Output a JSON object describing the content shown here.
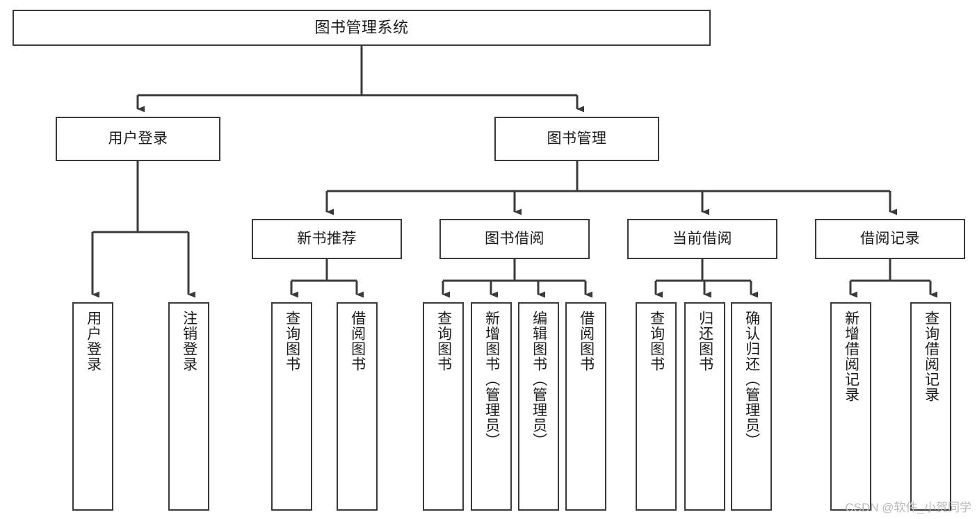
{
  "diagram": {
    "type": "tree-hierarchy-chart",
    "title": "图书管理系统",
    "watermark": "CSDN @软件_小贺同学",
    "colors": {
      "background": "#ffffff",
      "border": "#3a3a3a",
      "text": "#1b1b1b",
      "edge": "#3a3a3a",
      "watermark": "#b9b9b9"
    }
  },
  "nodes": {
    "root": {
      "label": "图书管理系统"
    },
    "level2": [
      {
        "label": "用户登录"
      },
      {
        "label": "图书管理"
      }
    ],
    "level3": [
      {
        "label": "新书推荐"
      },
      {
        "label": "图书借阅"
      },
      {
        "label": "当前借阅"
      },
      {
        "label": "借阅记录"
      }
    ],
    "leaves": {
      "user_login": [
        {
          "label": "用户登录"
        },
        {
          "label": "注销登录"
        }
      ],
      "new_book_recommend": [
        {
          "label": "查询图书"
        },
        {
          "label": "借阅图书"
        }
      ],
      "book_borrow": [
        {
          "label": "查询图书"
        },
        {
          "label": "新增图书（管理员）"
        },
        {
          "label": "编辑图书（管理员）"
        },
        {
          "label": "借阅图书"
        }
      ],
      "current_borrow": [
        {
          "label": "查询图书"
        },
        {
          "label": "归还图书"
        },
        {
          "label": "确认归还（管理员）"
        }
      ],
      "borrow_record": [
        {
          "label": "新增借阅记录"
        },
        {
          "label": "查询借阅记录"
        }
      ]
    }
  }
}
